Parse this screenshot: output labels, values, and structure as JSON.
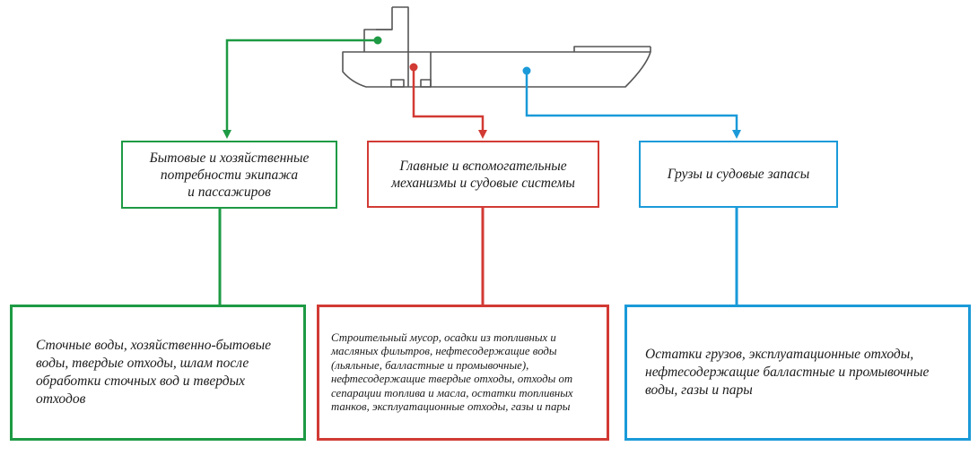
{
  "colors": {
    "green": "#1e9a44",
    "red": "#d23a34",
    "blue": "#1a9ad8",
    "ship_outline": "#555555"
  },
  "icons": {
    "ship": "ship-hull-icon"
  },
  "categories": [
    {
      "id": "domestic",
      "color": "green",
      "source_label": "Бытовые и хозяйственные потребности экипажа и пассажиров",
      "source_lines": [
        "Бытовые и хозяйственные",
        "потребности экипажа",
        "и пассажиров"
      ],
      "waste": "Сточные воды, хозяйственно-бытовые воды, твердые отходы, шлам после обработки сточных вод и твердых отходов"
    },
    {
      "id": "machinery",
      "color": "red",
      "source_label": "Главные и вспомогательные механизмы и судовые системы",
      "source_lines": [
        "Главные и вспомогательные",
        "механизмы и судовые системы"
      ],
      "waste": "Строительный мусор, осадки из топливных и масляных фильтров, нефтесодержащие воды (льяльные, балластные и промывочные), нефтесодержащие твердые отходы, отходы от сепарации топлива и масла, остатки топливных танков, эксплуатационные отходы, газы и пары"
    },
    {
      "id": "cargo",
      "color": "blue",
      "source_label": "Грузы и судовые запасы",
      "source_lines": [
        "Грузы и судовые запасы"
      ],
      "waste": "Остатки грузов, эксплуатационные отходы, нефтесодержащие балластные и промывочные воды, газы и пары"
    }
  ]
}
